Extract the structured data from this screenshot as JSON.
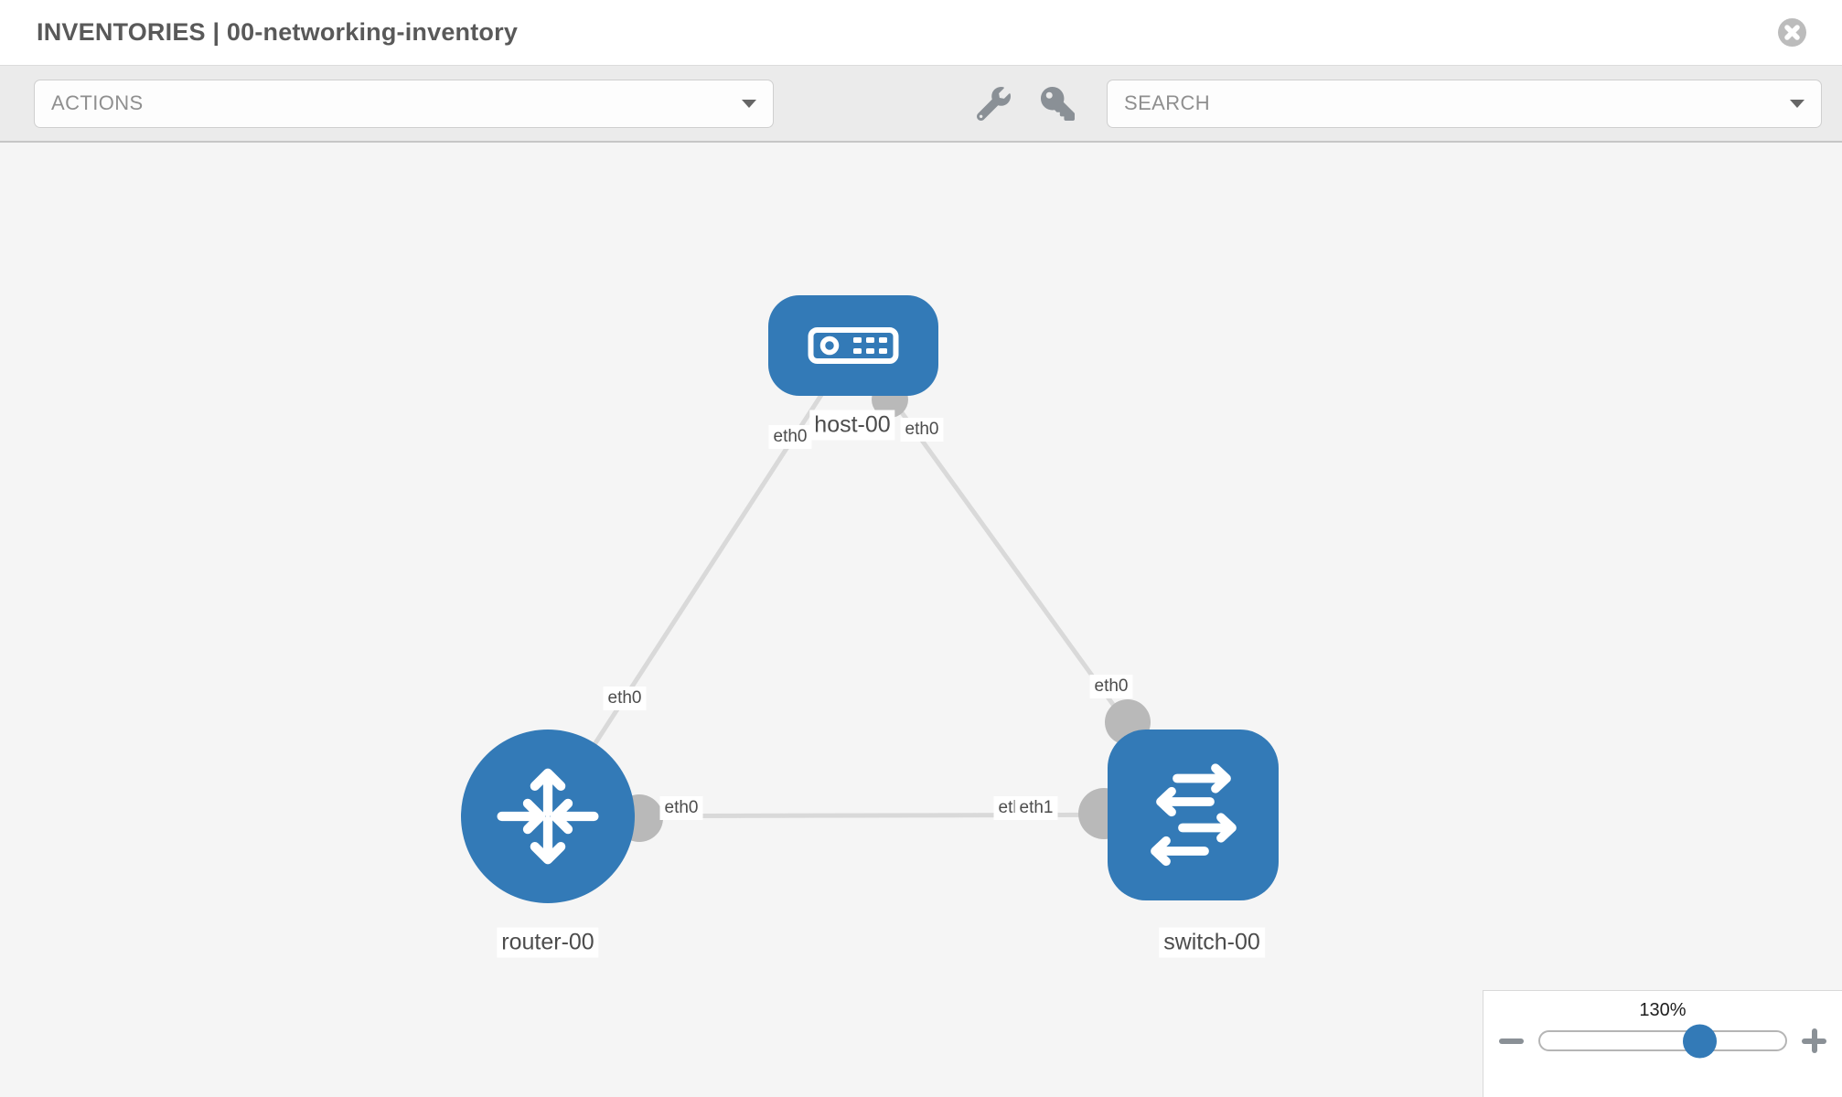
{
  "header": {
    "title": "INVENTORIES | 00-networking-inventory"
  },
  "toolbar": {
    "actions_label": "ACTIONS",
    "search_label": "SEARCH"
  },
  "canvas": {
    "nodes": [
      {
        "id": "host-00",
        "type": "host",
        "label": "host-00"
      },
      {
        "id": "router-00",
        "type": "router",
        "label": "router-00"
      },
      {
        "id": "switch-00",
        "type": "switch",
        "label": "switch-00"
      }
    ],
    "links": [
      {
        "from": "router-00",
        "to": "host-00",
        "from_interface": "eth0",
        "to_interface": "eth0"
      },
      {
        "from": "host-00",
        "to": "switch-00",
        "from_interface": "eth0",
        "to_interface": "eth0"
      },
      {
        "from": "router-00",
        "to": "switch-00",
        "from_interface": "eth0",
        "to_interface_back": "eth0",
        "to_interface_front": "eth1"
      }
    ]
  },
  "zoom_control": {
    "level": "130%",
    "percent": 130,
    "thumb_position_pct": 65
  },
  "icons": {
    "close": "circle-x-icon",
    "wrench": "wrench-icon",
    "key": "key-icon",
    "actions_caret": "caret-down-icon",
    "search_caret": "caret-down-icon",
    "host_node": "server-icon",
    "router_node": "route-arrows-icon",
    "switch_node": "switch-arrows-icon",
    "zoom_out": "minus-icon",
    "zoom_in": "plus-icon"
  },
  "colors": {
    "node_blue": "#337ab7",
    "link_gray": "#d9d9d9",
    "interface_dot_gray": "#b9b9b9",
    "canvas_bg": "#f5f5f5",
    "toolbar_bg": "#ebebeb",
    "title_text": "#595959",
    "muted_text": "#8f8f8f",
    "label_text": "#4c4c4c",
    "icon_gray": "#8a9096",
    "slider_thumb": "#337ab7"
  }
}
